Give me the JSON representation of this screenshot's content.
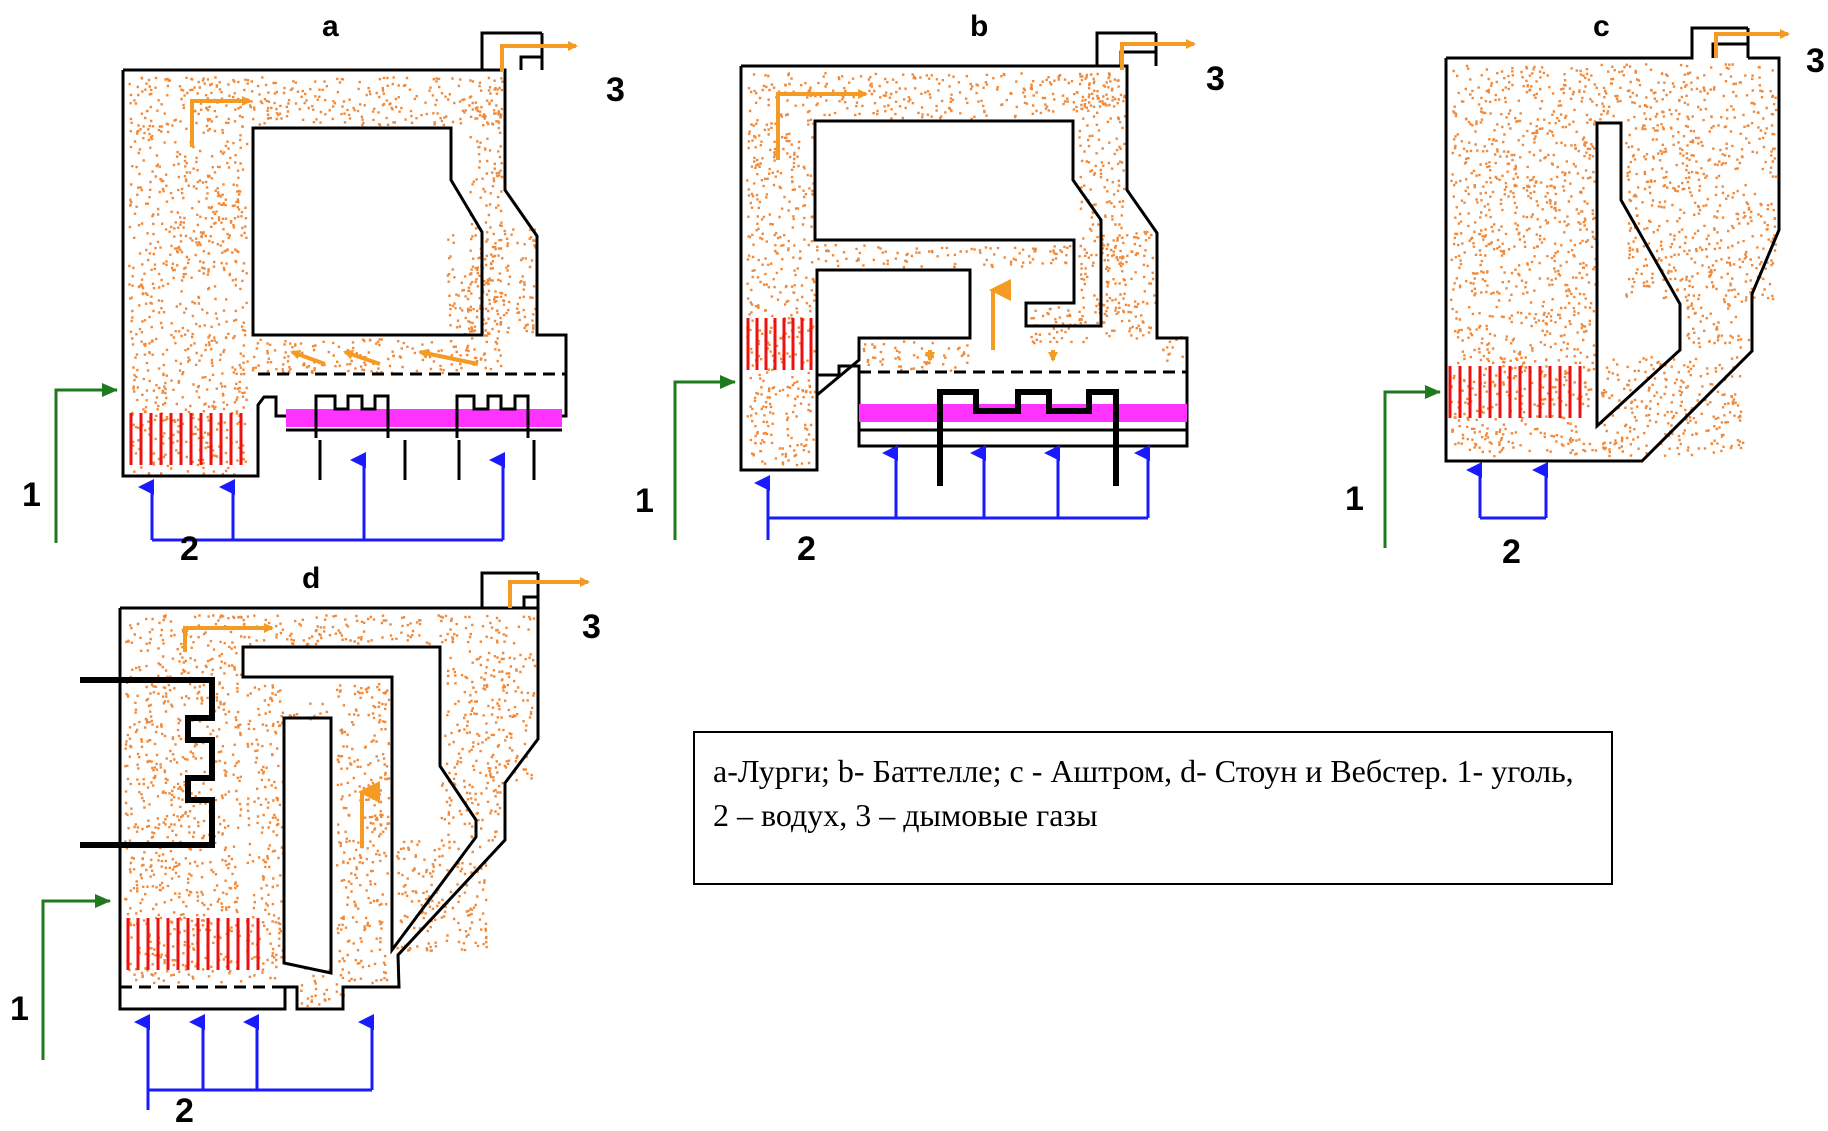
{
  "panels": {
    "a": "a",
    "b": "b",
    "c": "c",
    "d": "d"
  },
  "numbers": {
    "coal": "1",
    "air": "2",
    "flue_gas": "3"
  },
  "caption": "а-Лурги; b- Баттелле; c - Аштром, d- Стоун и Вебстер. 1- уголь, 2 – водух, 3 – дымовые газы",
  "colors": {
    "particles": "#f08a3a",
    "gas_flow": "#f59a23",
    "air_supply": "#1a1aff",
    "coal_feed": "#1f7a1f",
    "tubes": "#ee1111",
    "grate": "#ff33ff"
  }
}
